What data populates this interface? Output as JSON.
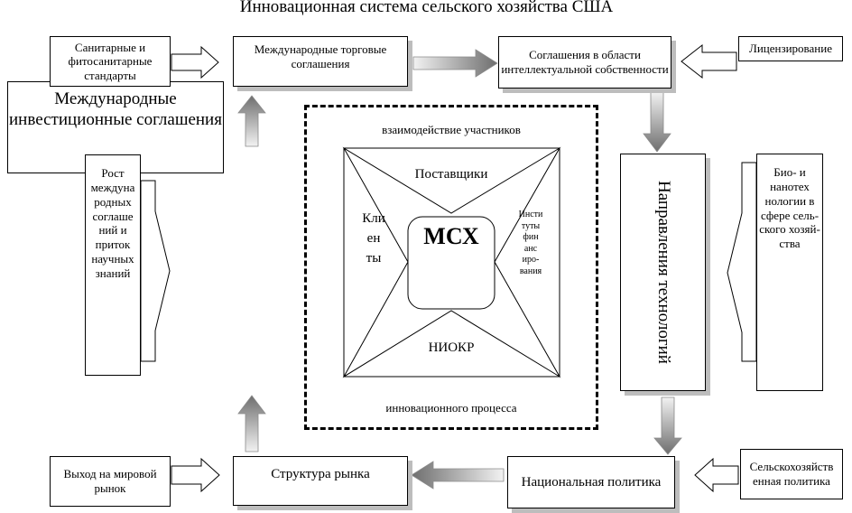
{
  "title": "Инновационная система сельского хозяйства США",
  "boxes": {
    "sanitary": "Санитарные и фитосанитарные стандарты",
    "investment": "Международные инвестиционные соглашения",
    "growth": "Рост междуна родных соглаше ний и приток научных знаний",
    "trade": "Международные торговые соглашения",
    "ip": "Соглашения в области интеллектуальной собственности",
    "licensing": "Лицензирование",
    "tech_directions": "Направления технологий",
    "bio_nano": "Био- и нанотех нологии в сфере сель-ского хозяй-ства",
    "world_market": "Выход на мировой рынок",
    "market_structure": "Структура рынка",
    "national_policy": "Национальная политика",
    "agri_policy": "Сельскохозяйств енная политика"
  },
  "center": {
    "top_label": "взаимодействие участников",
    "bottom_label": "инновационного процесса",
    "core": "МСХ",
    "suppliers": "Поставщики",
    "rnd": "НИОКР",
    "clients": "Кли ен ты",
    "finance": "Инсти туты фин анс иро-вания"
  }
}
